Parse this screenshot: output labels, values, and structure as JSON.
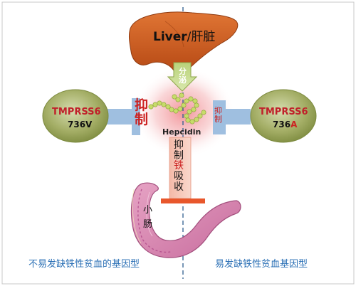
{
  "liver": {
    "label_en": "Liver",
    "label_zh": "/肝脏"
  },
  "secrete": {
    "chars": [
      "分",
      "泌"
    ]
  },
  "hepcidin": {
    "label": "Hepcidin"
  },
  "left_variant": {
    "gene": "TMPRSS6",
    "allele": "736V"
  },
  "right_variant": {
    "gene": "TMPRSS6",
    "allele_prefix": "736",
    "allele_mut": "A"
  },
  "left_inhibit": {
    "chars": [
      "抑",
      "制"
    ]
  },
  "right_inhibit": {
    "chars": [
      "抑",
      "制"
    ]
  },
  "absorb": {
    "chars": [
      "抑",
      "制",
      "铁",
      "吸",
      "收"
    ]
  },
  "intestine": {
    "chars": [
      "小",
      "肠"
    ]
  },
  "captions": {
    "left": "不易发缺铁性贫血的基因型",
    "right": "易发缺铁性贫血基因型"
  },
  "colors": {
    "liver": "#c8551c",
    "ellipse": "#9aa65a",
    "bar_blue": "#9fbfe0",
    "glow": "#f2a5a8",
    "red_text": "#cc2222",
    "caption_blue": "#2a6fb5",
    "divider": "#2f5d8f"
  }
}
